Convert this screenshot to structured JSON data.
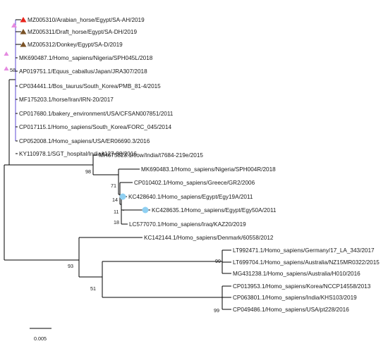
{
  "tree": {
    "leaves": [
      "MZ005310/Arabian_horse/Egypt/SA-AH/2019",
      "MZ005311/Draft_horse/Egypt/SA-DH/2019",
      "MZ005312/Donkey/Egypt/SA-D/2019",
      "MK690487.1/Homo_sapiens/Nigeria/SPH045L/2018",
      "AP019751.1/Equus_caballus/Japan/JRA307/2018",
      "CP034441.1/Bos_taurus/South_Korea/PMB_81-4/2015",
      "MF175203.1/horse/Iran/IRN-20/2017",
      "CP017680.1/bakery_environment/USA/CFSAN007851/2011",
      "CP017115.1/Homo_sapiens/South_Korea/FORC_045/2014",
      "CP052008.1/Homo_sapiens/USA/ER06690.3/2016",
      "KY110978.1/SGT_hospital/India/t127-88/2016",
      "MH675823.1/cow/India/t7684-219e/2015",
      "MK690483.1/Homo_sapiens/Nigeria/SPH004R/2018",
      "CP010402.1/Homo_sapiens/Greece/GR2/2006",
      "KC428640.1/Homo_sapiens/Egypt/Egy19A/2011",
      "KC428635.1/Homo_sapiens/Egypt/Egy50A/2011",
      "LC577070.1/Homo_sapiens/Iraq/KAZ20/2019",
      "KC142144.1/Homo_sapiens/Denmark/60558/2012",
      "LT992471.1/Homo_sapiens/Germany/17_LA_343/2017",
      "LT699704.1/Homo_sapiens/Australia/NZ15MR0322/2015",
      "MG431238.1/Homo_sapiens/Australia/H010/2016",
      "CP013953.1/Homo_sapiens/Korea/NCCP14558/2013",
      "CP063801.1/Homo_sapiens/India/KHS103/2019",
      "CP049486.1/Homo_sapiens/USA/pt228/2016"
    ],
    "bootstrap": [
      "58",
      "98",
      "71",
      "14",
      "11",
      "18",
      "93",
      "99",
      "51",
      "99"
    ],
    "scale_bar": "0.005",
    "colors": {
      "red_triangle": "#e8231b",
      "brown_triangle": "#7a5226",
      "magenta_marker": "#e58ae0",
      "blue_marker": "#8fd0f2",
      "clade_line": "#5c4bd6"
    }
  }
}
